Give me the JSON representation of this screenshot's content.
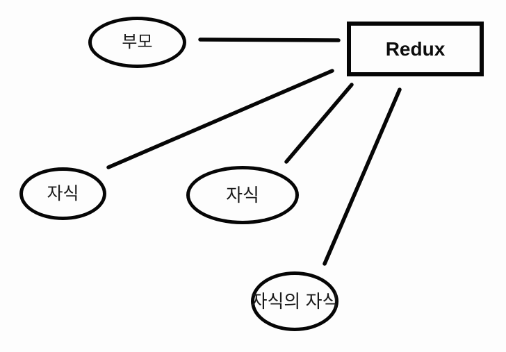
{
  "diagram": {
    "title": "Redux parent-child relationship diagram",
    "background_color": "#fdfdfd",
    "stroke_color": "#060606",
    "nodes": {
      "parent": {
        "label": "부모",
        "shape": "ellipse"
      },
      "redux": {
        "label": "Redux",
        "shape": "rectangle"
      },
      "child1": {
        "label": "자식",
        "shape": "ellipse"
      },
      "child2": {
        "label": "자식",
        "shape": "ellipse"
      },
      "grandchild": {
        "label": "자식의 자식",
        "shape": "ellipse"
      }
    },
    "edges": [
      {
        "from": "부모",
        "to": "Redux"
      },
      {
        "from": "Redux",
        "to": "자식 (left)"
      },
      {
        "from": "Redux",
        "to": "자식 (middle)"
      },
      {
        "from": "Redux",
        "to": "자식의 자식"
      }
    ]
  }
}
